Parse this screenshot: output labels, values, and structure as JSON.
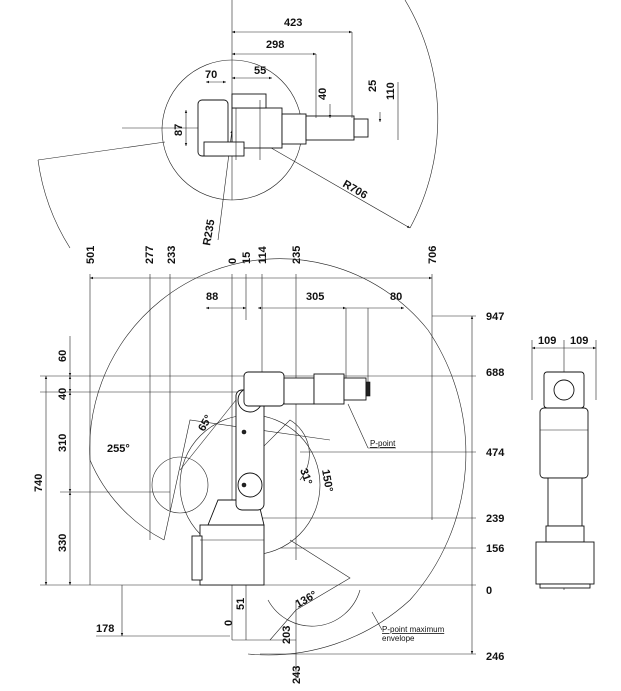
{
  "top_view": {
    "dims": [
      "423",
      "298",
      "70",
      "55",
      "40",
      "25",
      "110",
      "87"
    ],
    "radius_outer": "R706",
    "radius_inner": "R235"
  },
  "side_view": {
    "top_dims": [
      "501",
      "277",
      "233",
      "0",
      "15",
      "114",
      "235",
      "706"
    ],
    "horiz_dims": [
      "88",
      "305",
      "80"
    ],
    "right_dims": [
      "947",
      "688",
      "474",
      "239",
      "156",
      "0",
      "246"
    ],
    "left_dims": [
      "60",
      "40",
      "310",
      "740",
      "330"
    ],
    "angles": [
      "255°",
      "65°",
      "31°",
      "150°",
      "136°"
    ],
    "bottom_dims": [
      "178",
      "0",
      "51",
      "203",
      "243"
    ],
    "p_point_label": "P-point",
    "envelope_label_1": "P-point maximum",
    "envelope_label_2": "envelope"
  },
  "front_view": {
    "dims": [
      "109",
      "109"
    ]
  }
}
